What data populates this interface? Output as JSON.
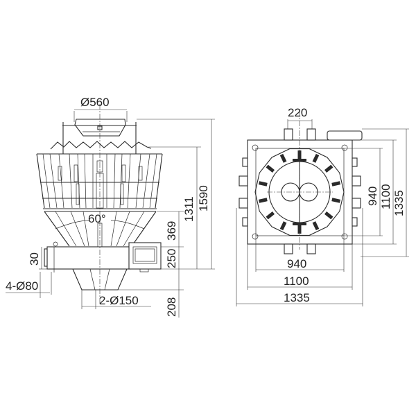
{
  "front_view": {
    "hopper_diameter": "Ø560",
    "cone_angle": "60°",
    "overall_height": "1590",
    "bucket_top_height": "1311",
    "cone_height": "369",
    "base_height": "250",
    "chute_height": "208",
    "foot_height": "30",
    "foot_spec": "4-Ø80",
    "outlet_spec": "2-Ø150"
  },
  "top_view": {
    "inner_width_top": "220",
    "depth_inner": "940",
    "depth_frame": "1100",
    "depth_overall": "1335",
    "width_inner": "940",
    "width_frame": "1100",
    "width_overall": "1335"
  }
}
